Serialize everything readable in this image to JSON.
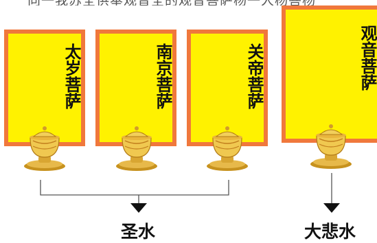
{
  "caption_fragment": "向一我苏全供奉观音全的观音菩萨杨一人杨菩杨",
  "cards": [
    {
      "id": "taisui",
      "label": "太岁菩萨"
    },
    {
      "id": "nanjing",
      "label": "南京菩萨"
    },
    {
      "id": "guandi",
      "label": "关帝菩萨"
    },
    {
      "id": "guanyin",
      "label": "观音菩萨"
    }
  ],
  "results": {
    "holy_water": "圣水",
    "great_compassion_water": "大悲水"
  },
  "colors": {
    "card_fill": "#fff200",
    "card_border": "#f0783c",
    "arrow": "#111111",
    "line": "#555555"
  }
}
